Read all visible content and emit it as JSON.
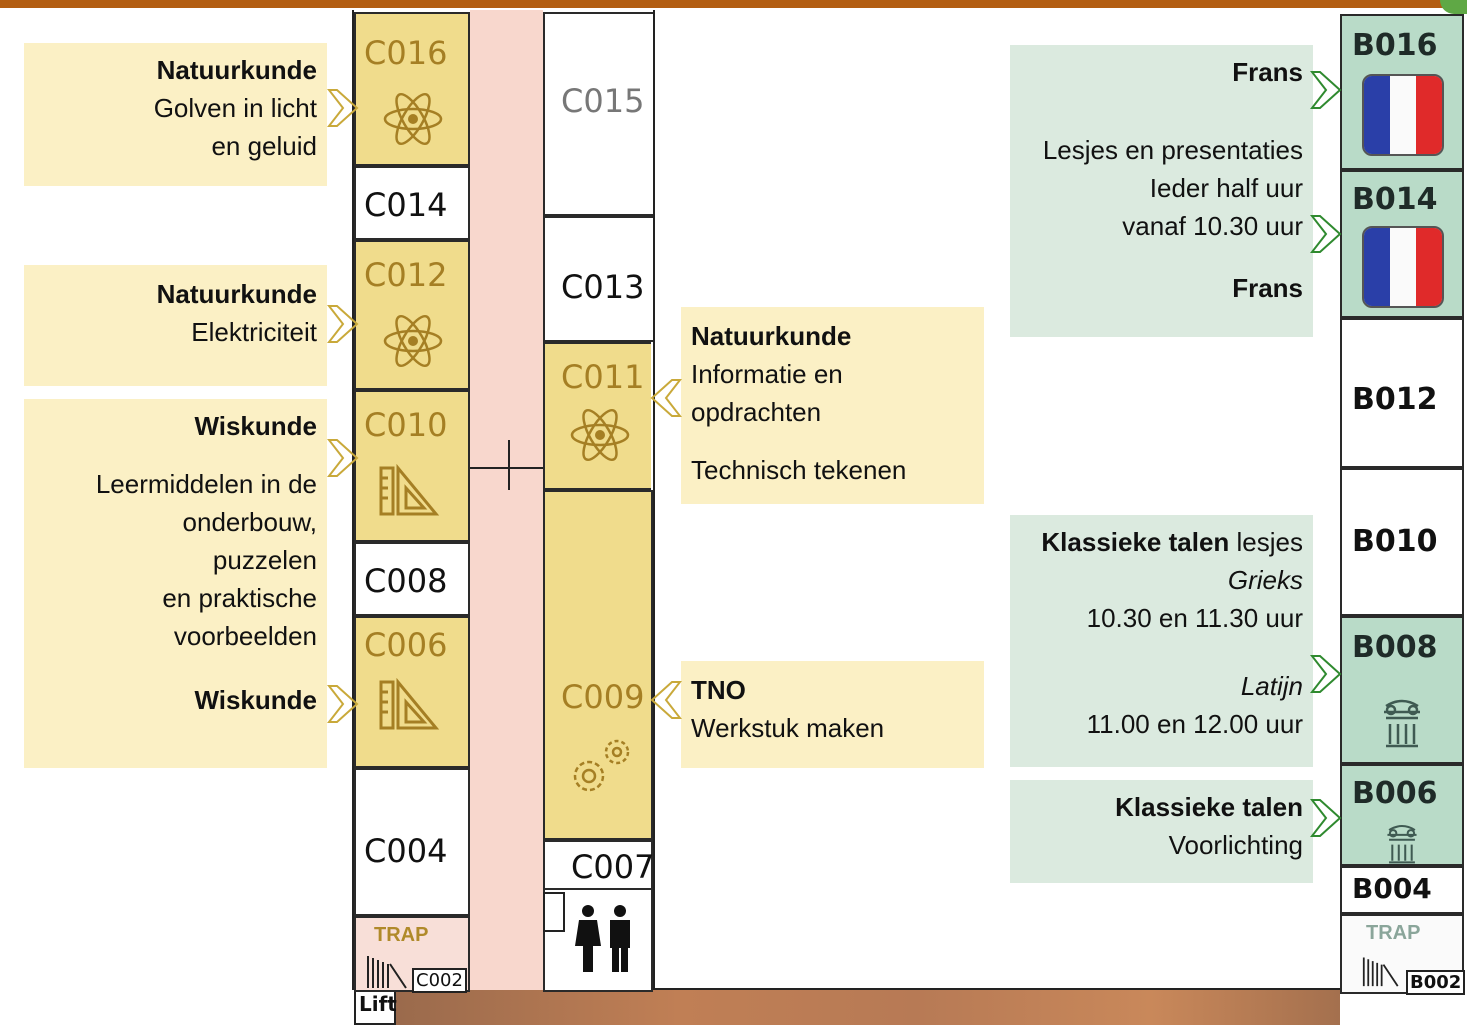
{
  "rooms": {
    "C016": "C016",
    "C014": "C014",
    "C012": "C012",
    "C010": "C010",
    "C008": "C008",
    "C006": "C006",
    "C004": "C004",
    "C002": "C002",
    "C015": "C015",
    "C013": "C013",
    "C011": "C011",
    "C009": "C009",
    "C007": "C007",
    "B016": "B016",
    "B014": "B014",
    "B012": "B012",
    "B010": "B010",
    "B008": "B008",
    "B006": "B006",
    "B004": "B004",
    "B002": "B002"
  },
  "labels": {
    "c016": {
      "title": "Natuurkunde",
      "line1": "Golven in licht",
      "line2": "en geluid"
    },
    "c012": {
      "title": "Natuurkunde",
      "line1": "Elektriciteit"
    },
    "c010": {
      "title": "Wiskunde",
      "line1": "Leermiddelen in de",
      "line2": "onderbouw,",
      "line3": "puzzelen",
      "line4": "en praktische",
      "line5": "voorbeelden"
    },
    "c006": {
      "title": "Wiskunde"
    },
    "c011": {
      "title": "Natuurkunde",
      "line1": "Informatie en",
      "line2": "opdrachten",
      "line3": "Technisch tekenen"
    },
    "c009": {
      "title": "TNO",
      "line1": "Werkstuk maken"
    },
    "b016": {
      "title1": "Frans",
      "line1": "Lesjes en presentaties",
      "line2": "Ieder half uur",
      "line3": "vanaf 10.30 uur",
      "title2": "Frans"
    },
    "b008": {
      "title": "Klassieke talen",
      "title_suffix": " lesjes",
      "line1": "Grieks",
      "line2": "10.30 en 11.30 uur",
      "line3": "Latijn",
      "line4": "11.00 en 12.00 uur"
    },
    "b006": {
      "title": "Klassieke talen",
      "line1": "Voorlichting"
    }
  },
  "trap_left": "TRAP",
  "trap_right": "TRAP",
  "lift": "Lift",
  "colors": {
    "yellow_room": "#f0dc8c",
    "green_room": "#b9dbc8",
    "corridor": "#f8d7cd",
    "top_bar": "#b35e12"
  }
}
